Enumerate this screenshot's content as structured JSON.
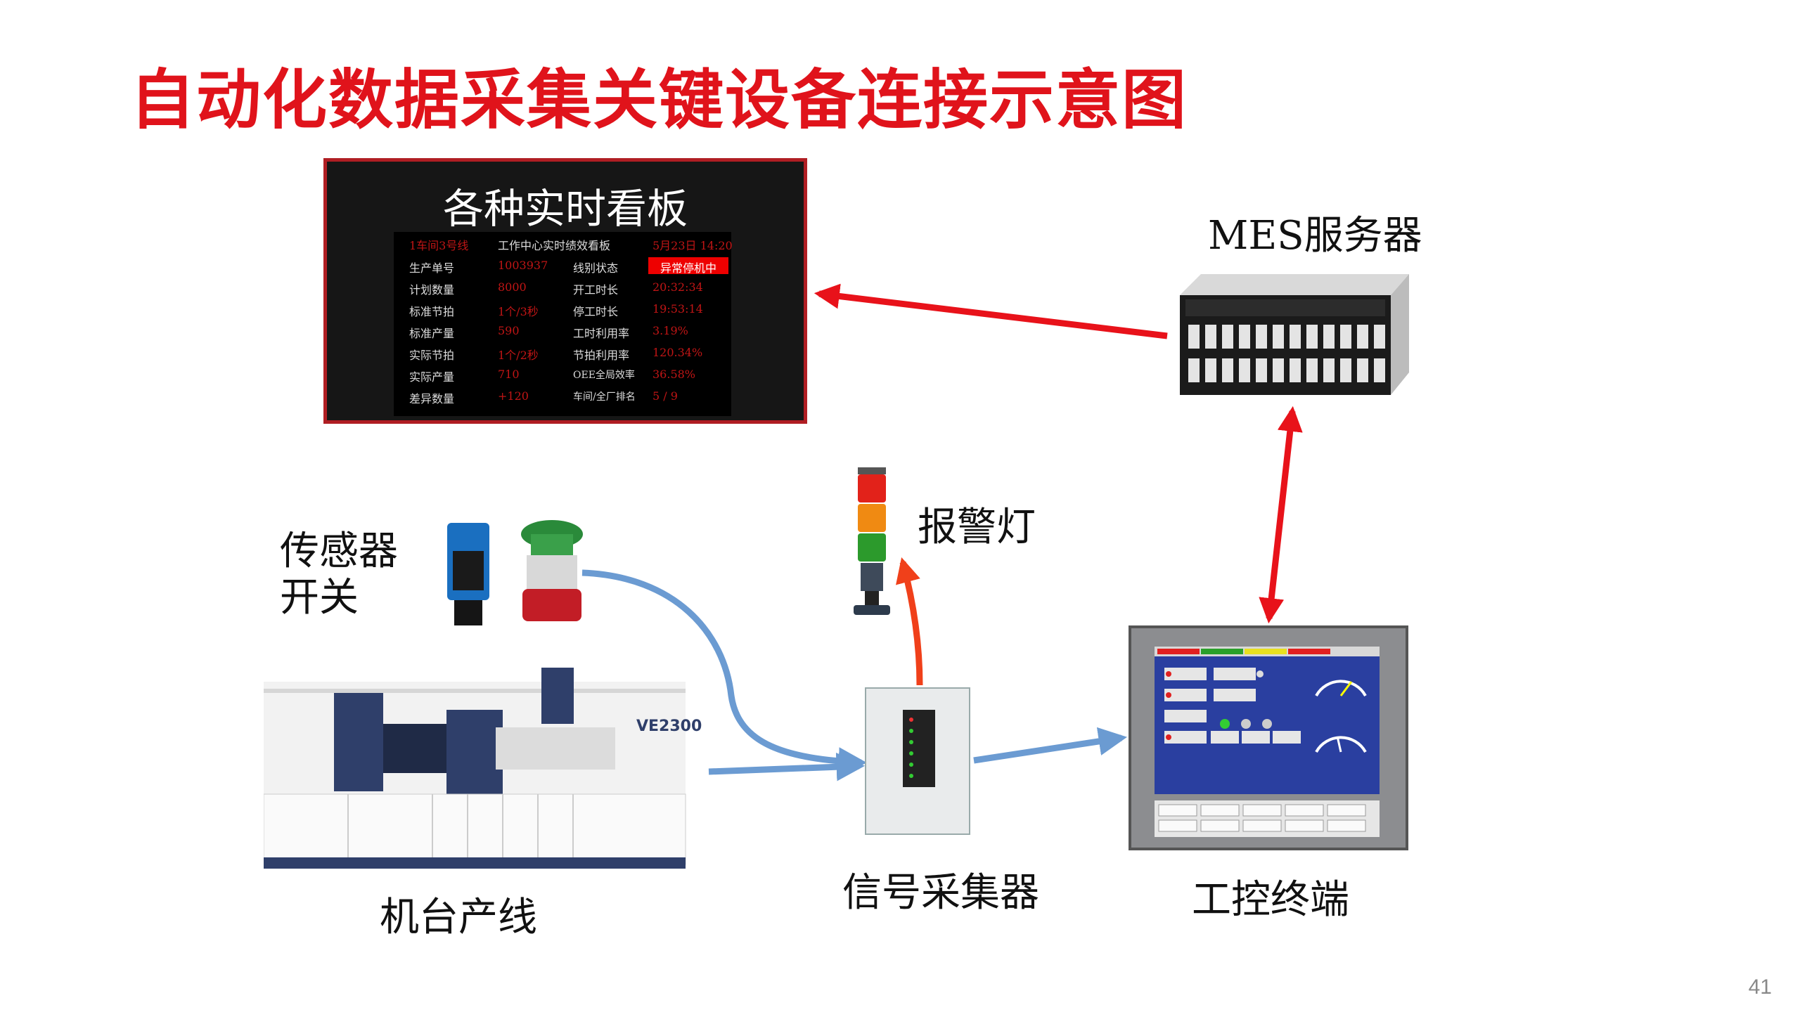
{
  "title": "自动化数据采集关键设备连接示意图",
  "board": {
    "heading": "各种实时看板",
    "rows": [
      {
        "c1": "1车间3号线",
        "c2": "",
        "c3": "工作中心实时绩效看板",
        "c4": "5月23日 14:20"
      },
      {
        "c1": "生产单号",
        "c2": "1003937",
        "c3": "线别状态",
        "c4": "异常停机中"
      },
      {
        "c1": "计划数量",
        "c2": "8000",
        "c3": "开工时长",
        "c4": "20:32:34"
      },
      {
        "c1": "标准节拍",
        "c2": "1个/3秒",
        "c3": "停工时长",
        "c4": "19:53:14"
      },
      {
        "c1": "标准产量",
        "c2": "590",
        "c3": "工时利用率",
        "c4": "3.19%"
      },
      {
        "c1": "实际节拍",
        "c2": "1个/2秒",
        "c3": "节拍利用率",
        "c4": "120.34%"
      },
      {
        "c1": "实际产量",
        "c2": "710",
        "c3": "OEE全局效率",
        "c4": "36.58%"
      },
      {
        "c1": "差异数量",
        "c2": "+120",
        "c3": "车间/全厂排名",
        "c4": "5 / 9"
      }
    ]
  },
  "labels": {
    "mes_server": "MES服务器",
    "alarm_light": "报警灯",
    "sensor_line1": "传感器",
    "sensor_line2": "开关",
    "machine_line": "机台产线",
    "signal_collector": "信号采集器",
    "ipc_terminal": "工控终端"
  },
  "machine_model": "VE2300",
  "page_number": "41",
  "colors": {
    "title": "#e0131b",
    "red_arrow": "#e8121a",
    "orange_arrow": "#f0401a",
    "blue_arrow": "#6b9bd2"
  }
}
